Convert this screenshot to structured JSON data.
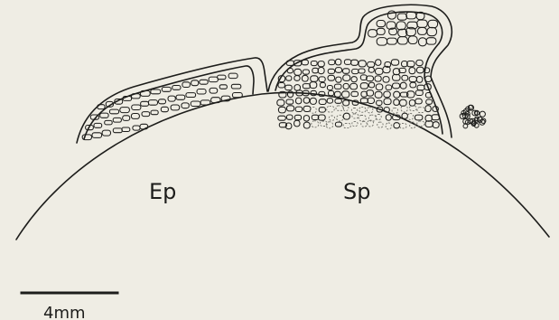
{
  "labels": {
    "left_region": "Ep",
    "right_region": "Sp",
    "scale_bar": "4mm"
  },
  "colors": {
    "paper": "#efede4",
    "ink": "#1d1d1b"
  }
}
